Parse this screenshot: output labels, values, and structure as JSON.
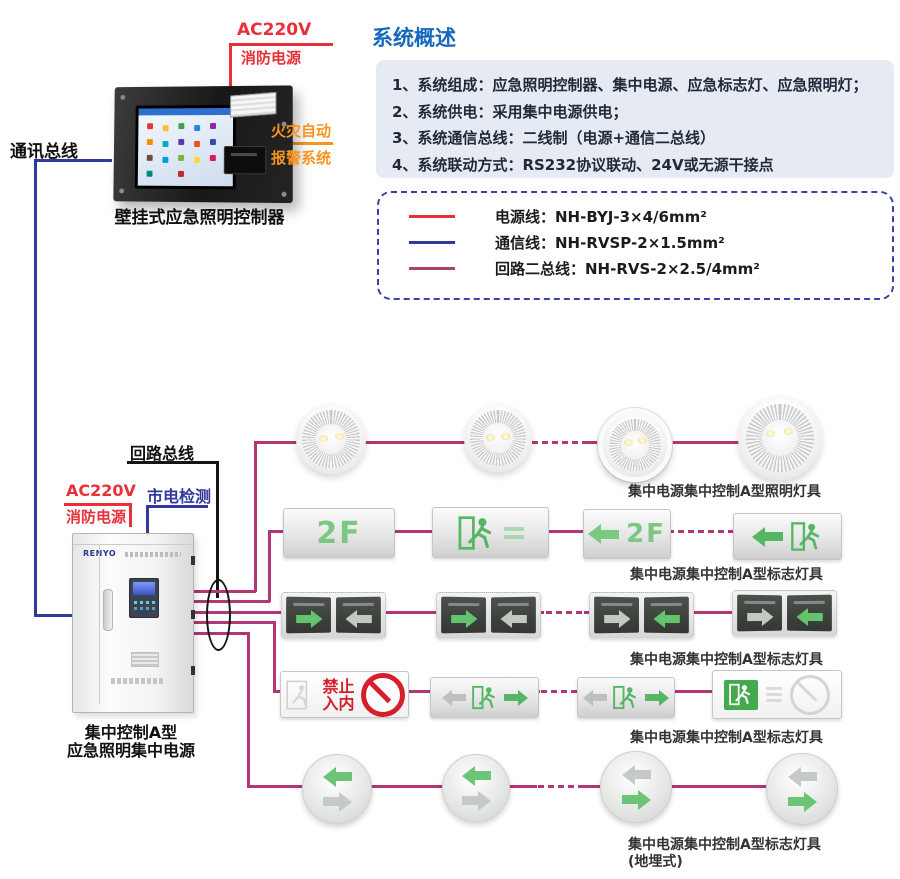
{
  "title": "系统概述",
  "overview": {
    "items": [
      "1、系统组成：应急照明控制器、集中电源、应急标志灯、应急照明灯；",
      "2、系统供电：采用集中电源供电；",
      "3、系统通信总线：二线制（电源+通信二总线）",
      "4、系统联动方式：RS232协议联动、24V或无源干接点"
    ]
  },
  "legend": {
    "items": [
      {
        "name": "power-wire",
        "label": "电源线：NH-BYJ-3×4/6mm²",
        "color": "#e8303a"
      },
      {
        "name": "comm-wire",
        "label": "通信线：NH-RVSP-2×1.5mm²",
        "color": "#2f3a9e"
      },
      {
        "name": "loop-wire",
        "label": "回路二总线：NH-RVS-2×2.5/4mm²",
        "color": "#a8456f"
      }
    ]
  },
  "controller": {
    "label": "壁挂式应急照明控制器",
    "power_label": "AC220V",
    "power_sublabel": "消防电源",
    "comm_bus_label": "通讯总线",
    "fire_alarm_label_1": "火灾自动",
    "fire_alarm_label_2": "报警系统"
  },
  "power_supply": {
    "brand": "RENYO",
    "loop_bus_label": "回路总线",
    "power_label": "AC220V",
    "power_sublabel": "消防电源",
    "mains_check_label": "市电检测",
    "label_line1": "集中控制A型",
    "label_line2": "应急照明集中电源"
  },
  "rows": [
    {
      "label": "集中电源集中控制A型照明灯具"
    },
    {
      "label": "集中电源集中控制A型标志灯具"
    },
    {
      "label": "集中电源集中控制A型标志灯具"
    },
    {
      "label": "集中电源集中控制A型标志灯具"
    },
    {
      "label": "集中电源集中控制A型标志灯具",
      "sublabel": "(地埋式)"
    }
  ],
  "signs": {
    "floor_sign": "2F",
    "no_entry_line1": "禁止",
    "no_entry_line2": "入内"
  },
  "colors": {
    "title_blue": "#1668bd",
    "wire_red": "#e8303a",
    "wire_blue": "#303a9e",
    "wire_orange": "#f79421",
    "wire_loop": "#b13673",
    "sign_green": "#56b663"
  }
}
